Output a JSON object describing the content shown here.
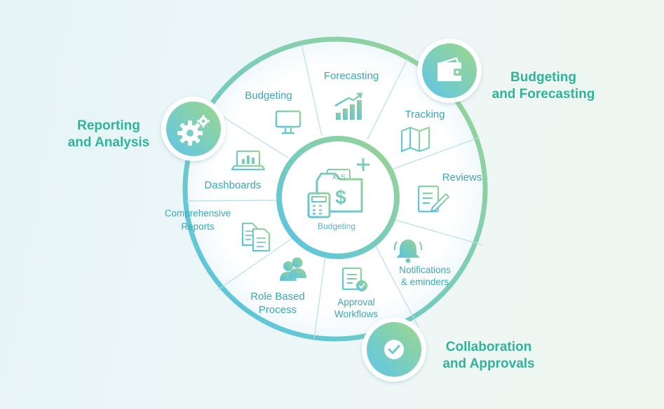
{
  "center": {
    "label": "Budgeting",
    "tag": "XLS"
  },
  "segments": [
    {
      "id": "budgeting",
      "lines": [
        "Budgeting"
      ],
      "icon": "monitor-icon"
    },
    {
      "id": "forecasting",
      "lines": [
        "Forecasting"
      ],
      "icon": "bar-chart-up-icon"
    },
    {
      "id": "tracking",
      "lines": [
        "Tracking"
      ],
      "icon": "map-icon"
    },
    {
      "id": "reviews",
      "lines": [
        "Reviews"
      ],
      "icon": "document-edit-icon"
    },
    {
      "id": "notifications",
      "lines": [
        "Notifications",
        "& eminders"
      ],
      "icon": "bell-icon"
    },
    {
      "id": "approval-workflows",
      "lines": [
        "Approval",
        "Workflows"
      ],
      "icon": "document-check-icon"
    },
    {
      "id": "role-based-process",
      "lines": [
        "Role Based",
        "Process"
      ],
      "icon": "users-icon"
    },
    {
      "id": "comprehensive-reports",
      "lines": [
        "Comprehensive",
        "Reports"
      ],
      "icon": "documents-icon"
    },
    {
      "id": "dashboards",
      "lines": [
        "Dashboards"
      ],
      "icon": "laptop-chart-icon"
    }
  ],
  "hubs": [
    {
      "id": "reporting",
      "lines": [
        "Reporting",
        "and Analysis"
      ],
      "icon": "gears-icon"
    },
    {
      "id": "budgeting-forecasting",
      "lines": [
        "Budgeting",
        "and Forecasting"
      ],
      "icon": "wallet-icon"
    },
    {
      "id": "collaboration",
      "lines": [
        "Collaboration",
        "and Approvals"
      ],
      "icon": "check-icon"
    }
  ],
  "colors": {
    "accent_teal": "#2fb39a",
    "label_blue": "#3aa8b5",
    "ring_green": "#8fd19a",
    "ring_blue": "#55c4e6"
  }
}
